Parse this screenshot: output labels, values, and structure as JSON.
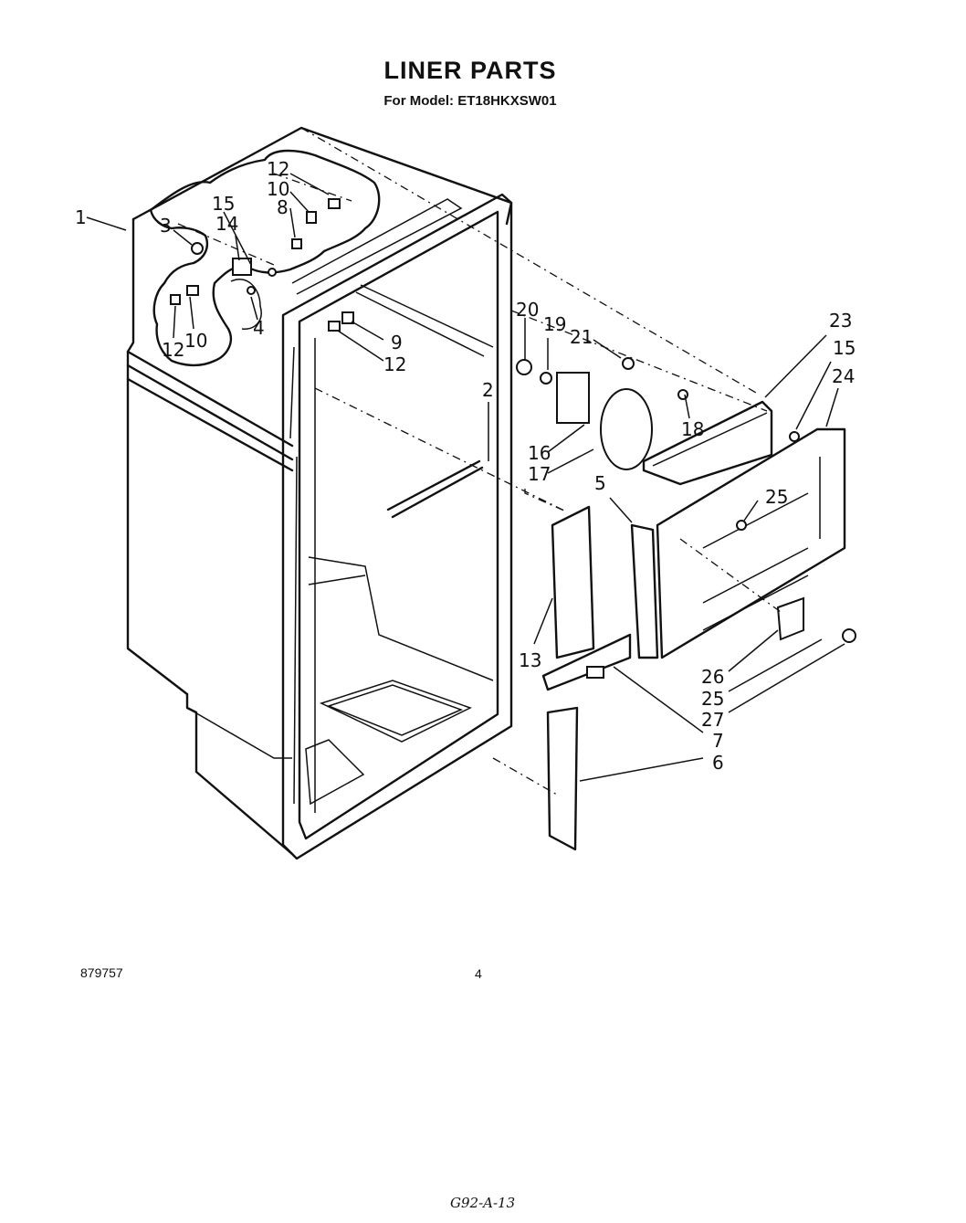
{
  "header": {
    "title": "LINER PARTS",
    "subtitle": "For Model: ET18HKXSW01"
  },
  "callouts": [
    {
      "id": "c1",
      "text": "1"
    },
    {
      "id": "c3",
      "text": "3"
    },
    {
      "id": "c15a",
      "text": "15"
    },
    {
      "id": "c14",
      "text": "14"
    },
    {
      "id": "c12a",
      "text": "12"
    },
    {
      "id": "c10a",
      "text": "10"
    },
    {
      "id": "c8",
      "text": "8"
    },
    {
      "id": "c4",
      "text": "4"
    },
    {
      "id": "c12b",
      "text": "12"
    },
    {
      "id": "c10b",
      "text": "10"
    },
    {
      "id": "c9",
      "text": "9"
    },
    {
      "id": "c12c",
      "text": "12"
    },
    {
      "id": "c20",
      "text": "20"
    },
    {
      "id": "c19",
      "text": "19"
    },
    {
      "id": "c21",
      "text": "21"
    },
    {
      "id": "c23",
      "text": "23"
    },
    {
      "id": "c15b",
      "text": "15"
    },
    {
      "id": "c24",
      "text": "24"
    },
    {
      "id": "c2",
      "text": "2"
    },
    {
      "id": "c18",
      "text": "18"
    },
    {
      "id": "c16",
      "text": "16"
    },
    {
      "id": "c17",
      "text": "17"
    },
    {
      "id": "c5",
      "text": "5"
    },
    {
      "id": "c25a",
      "text": "25"
    },
    {
      "id": "c13",
      "text": "13"
    },
    {
      "id": "c26",
      "text": "26"
    },
    {
      "id": "c25b",
      "text": "25"
    },
    {
      "id": "c27",
      "text": "27"
    },
    {
      "id": "c7",
      "text": "7"
    },
    {
      "id": "c6",
      "text": "6"
    }
  ],
  "footer": {
    "part_number": "879757",
    "page_number": "4",
    "handwritten_note": "G92-A-13"
  }
}
